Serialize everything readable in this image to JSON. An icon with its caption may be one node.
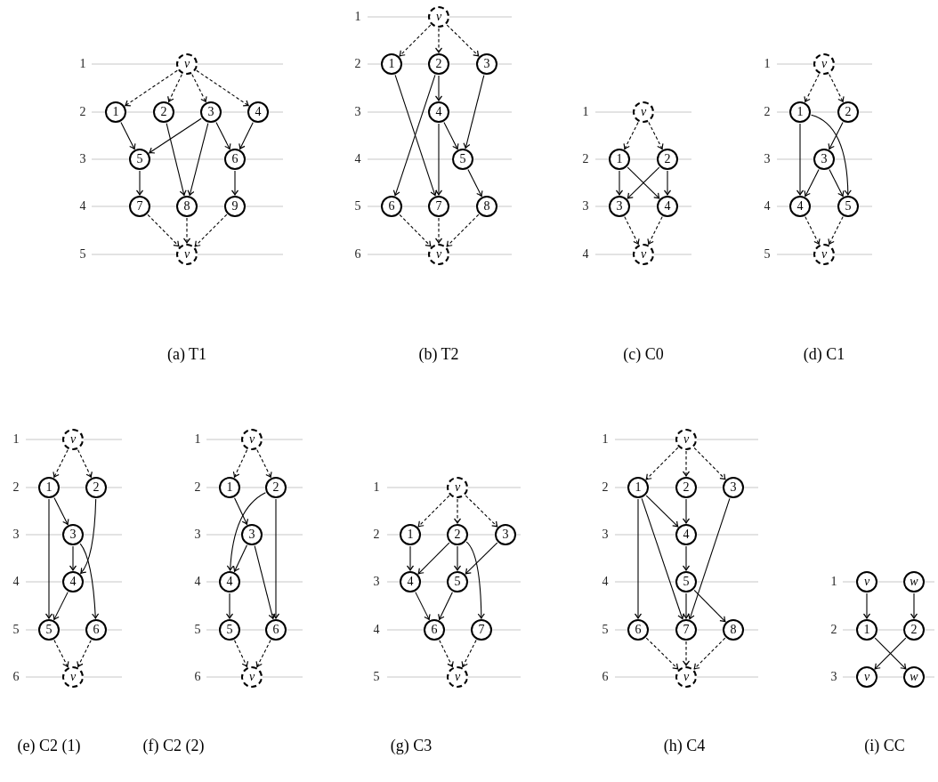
{
  "diagram": {
    "nodes": [
      {
        "text": [
          "v"
        ]
      },
      {
        "text": [
          "1"
        ]
      },
      {
        "text": [
          "2"
        ]
      },
      {
        "text": [
          "3"
        ]
      },
      {
        "text": [
          "4"
        ]
      },
      {
        "text": [
          "5"
        ]
      },
      {
        "text": [
          "6"
        ]
      },
      {
        "text": [
          "7"
        ]
      },
      {
        "text": [
          "8"
        ]
      },
      {
        "text": [
          "9"
        ]
      },
      {
        "text": [
          "v"
        ]
      },
      {
        "text": [
          "v"
        ]
      },
      {
        "text": [
          "1"
        ]
      },
      {
        "text": [
          "2"
        ]
      },
      {
        "text": [
          "3"
        ]
      },
      {
        "text": [
          "4"
        ]
      },
      {
        "text": [
          "5"
        ]
      },
      {
        "text": [
          "6"
        ]
      },
      {
        "text": [
          "7"
        ]
      },
      {
        "text": [
          "8"
        ]
      },
      {
        "text": [
          "v"
        ]
      },
      {
        "text": [
          "v"
        ]
      },
      {
        "text": [
          "1"
        ]
      },
      {
        "text": [
          "2"
        ]
      },
      {
        "text": [
          "3"
        ]
      },
      {
        "text": [
          "4"
        ]
      },
      {
        "text": [
          "v"
        ]
      },
      {
        "text": [
          "v"
        ]
      },
      {
        "text": [
          "1"
        ]
      },
      {
        "text": [
          "2"
        ]
      },
      {
        "text": [
          "3"
        ]
      },
      {
        "text": [
          "4"
        ]
      },
      {
        "text": [
          "5"
        ]
      },
      {
        "text": [
          "v"
        ]
      },
      {
        "text": [
          "v"
        ]
      },
      {
        "text": [
          "1"
        ]
      },
      {
        "text": [
          "2"
        ]
      },
      {
        "text": [
          "3"
        ]
      },
      {
        "text": [
          "4"
        ]
      },
      {
        "text": [
          "5"
        ]
      },
      {
        "text": [
          "6"
        ]
      },
      {
        "text": [
          "v"
        ]
      },
      {
        "text": [
          "v"
        ]
      },
      {
        "text": [
          "1"
        ]
      },
      {
        "text": [
          "2"
        ]
      },
      {
        "text": [
          "3"
        ]
      },
      {
        "text": [
          "4"
        ]
      },
      {
        "text": [
          "5"
        ]
      },
      {
        "text": [
          "6"
        ]
      },
      {
        "text": [
          "v"
        ]
      },
      {
        "text": [
          "v"
        ]
      },
      {
        "text": [
          "1"
        ]
      },
      {
        "text": [
          "2"
        ]
      },
      {
        "text": [
          "3"
        ]
      },
      {
        "text": [
          "4"
        ]
      },
      {
        "text": [
          "5"
        ]
      },
      {
        "text": [
          "6"
        ]
      },
      {
        "text": [
          "7"
        ]
      },
      {
        "text": [
          "v"
        ]
      },
      {
        "text": [
          "v"
        ]
      },
      {
        "text": [
          "1"
        ]
      },
      {
        "text": [
          "2"
        ]
      },
      {
        "text": [
          "3"
        ]
      },
      {
        "text": [
          "4"
        ]
      },
      {
        "text": [
          "5"
        ]
      },
      {
        "text": [
          "6"
        ]
      },
      {
        "text": [
          "7"
        ]
      },
      {
        "text": [
          "8"
        ]
      },
      {
        "text": [
          "v"
        ]
      },
      {
        "text": [
          "v"
        ]
      },
      {
        "text": [
          "w"
        ]
      },
      {
        "text": [
          "1"
        ]
      },
      {
        "text": [
          "2"
        ]
      },
      {
        "text": [
          "v"
        ]
      },
      {
        "text": [
          "w"
        ]
      }
    ],
    "edges": [
      {
        "from": 0,
        "to": 1,
        "arrow": "to",
        "style": "dashed"
      },
      {
        "from": 0,
        "to": 2,
        "arrow": "to",
        "style": "dashed"
      },
      {
        "from": 0,
        "to": 3,
        "arrow": "to",
        "style": "dashed"
      },
      {
        "from": 0,
        "to": 4,
        "arrow": "to",
        "style": "dashed"
      },
      {
        "from": 1,
        "to": 5,
        "arrow": "to"
      },
      {
        "from": 3,
        "to": 5,
        "arrow": "to"
      },
      {
        "from": 2,
        "to": 8,
        "arrow": "to"
      },
      {
        "from": 3,
        "to": 8,
        "arrow": "to"
      },
      {
        "from": 3,
        "to": 6,
        "arrow": "to"
      },
      {
        "from": 4,
        "to": 6,
        "arrow": "to"
      },
      {
        "from": 5,
        "to": 7,
        "arrow": "to"
      },
      {
        "from": 6,
        "to": 9,
        "arrow": "to"
      },
      {
        "from": 7,
        "to": 10,
        "arrow": "to",
        "style": "dashed"
      },
      {
        "from": 8,
        "to": 10,
        "arrow": "to",
        "style": "dashed"
      },
      {
        "from": 9,
        "to": 10,
        "arrow": "to",
        "style": "dashed"
      },
      {
        "from": 11,
        "to": 12,
        "arrow": "to",
        "style": "dashed"
      },
      {
        "from": 11,
        "to": 13,
        "arrow": "to",
        "style": "dashed"
      },
      {
        "from": 11,
        "to": 14,
        "arrow": "to",
        "style": "dashed"
      },
      {
        "from": 12,
        "to": 18,
        "arrow": "to"
      },
      {
        "from": 13,
        "to": 17,
        "arrow": "to"
      },
      {
        "from": 13,
        "to": 15,
        "arrow": "to"
      },
      {
        "from": 14,
        "to": 16,
        "arrow": "to"
      },
      {
        "from": 15,
        "to": 18,
        "arrow": "to"
      },
      {
        "from": 15,
        "to": 16,
        "arrow": "to"
      },
      {
        "from": 16,
        "to": 19,
        "arrow": "to"
      },
      {
        "from": 17,
        "to": 20,
        "arrow": "to",
        "style": "dashed"
      },
      {
        "from": 18,
        "to": 20,
        "arrow": "to",
        "style": "dashed"
      },
      {
        "from": 19,
        "to": 20,
        "arrow": "to",
        "style": "dashed"
      },
      {
        "from": 21,
        "to": 22,
        "arrow": "to",
        "style": "dashed"
      },
      {
        "from": 21,
        "to": 23,
        "arrow": "to",
        "style": "dashed"
      },
      {
        "from": 22,
        "to": 24,
        "arrow": "to"
      },
      {
        "from": 22,
        "to": 25,
        "arrow": "to"
      },
      {
        "from": 23,
        "to": 24,
        "arrow": "to"
      },
      {
        "from": 23,
        "to": 25,
        "arrow": "to"
      },
      {
        "from": 24,
        "to": 26,
        "arrow": "to",
        "style": "dashed"
      },
      {
        "from": 25,
        "to": 26,
        "arrow": "to",
        "style": "dashed"
      },
      {
        "from": 27,
        "to": 28,
        "arrow": "to",
        "style": "dashed"
      },
      {
        "from": 27,
        "to": 29,
        "arrow": "to",
        "style": "dashed"
      },
      {
        "from": 28,
        "to": 31,
        "arrow": "to"
      },
      {
        "from": 28,
        "to": 32,
        "arrow": "to"
      },
      {
        "from": 29,
        "to": 30,
        "arrow": "to"
      },
      {
        "from": 30,
        "to": 31,
        "arrow": "to"
      },
      {
        "from": 30,
        "to": 32,
        "arrow": "to"
      },
      {
        "from": 31,
        "to": 33,
        "arrow": "to",
        "style": "dashed"
      },
      {
        "from": 32,
        "to": 33,
        "arrow": "to",
        "style": "dashed"
      },
      {
        "from": 34,
        "to": 35,
        "arrow": "to",
        "style": "dashed"
      },
      {
        "from": 34,
        "to": 36,
        "arrow": "to",
        "style": "dashed"
      },
      {
        "from": 35,
        "to": 37,
        "arrow": "to"
      },
      {
        "from": 35,
        "to": 39,
        "arrow": "to"
      },
      {
        "from": 36,
        "to": 38,
        "arrow": "to"
      },
      {
        "from": 37,
        "to": 38,
        "arrow": "to"
      },
      {
        "from": 37,
        "to": 40,
        "arrow": "to"
      },
      {
        "from": 38,
        "to": 39,
        "arrow": "to"
      },
      {
        "from": 39,
        "to": 41,
        "arrow": "to",
        "style": "dashed"
      },
      {
        "from": 40,
        "to": 41,
        "arrow": "to",
        "style": "dashed"
      },
      {
        "from": 42,
        "to": 43,
        "arrow": "to",
        "style": "dashed"
      },
      {
        "from": 42,
        "to": 44,
        "arrow": "to",
        "style": "dashed"
      },
      {
        "from": 43,
        "to": 45,
        "arrow": "to"
      },
      {
        "from": 44,
        "to": 46,
        "arrow": "to"
      },
      {
        "from": 44,
        "to": 48,
        "arrow": "to"
      },
      {
        "from": 45,
        "to": 46,
        "arrow": "to"
      },
      {
        "from": 45,
        "to": 48,
        "arrow": "to"
      },
      {
        "from": 46,
        "to": 47,
        "arrow": "to"
      },
      {
        "from": 47,
        "to": 49,
        "arrow": "to",
        "style": "dashed"
      },
      {
        "from": 48,
        "to": 49,
        "arrow": "to",
        "style": "dashed"
      },
      {
        "from": 50,
        "to": 51,
        "arrow": "to",
        "style": "dashed"
      },
      {
        "from": 50,
        "to": 52,
        "arrow": "to",
        "style": "dashed"
      },
      {
        "from": 50,
        "to": 53,
        "arrow": "to",
        "style": "dashed"
      },
      {
        "from": 51,
        "to": 54,
        "arrow": "to"
      },
      {
        "from": 52,
        "to": 54,
        "arrow": "to"
      },
      {
        "from": 52,
        "to": 55,
        "arrow": "to"
      },
      {
        "from": 52,
        "to": 57,
        "arrow": "to"
      },
      {
        "from": 53,
        "to": 55,
        "arrow": "to"
      },
      {
        "from": 54,
        "to": 56,
        "arrow": "to"
      },
      {
        "from": 55,
        "to": 56,
        "arrow": "to"
      },
      {
        "from": 56,
        "to": 58,
        "arrow": "to",
        "style": "dashed"
      },
      {
        "from": 57,
        "to": 58,
        "arrow": "to",
        "style": "dashed"
      },
      {
        "from": 59,
        "to": 60,
        "arrow": "to",
        "style": "dashed"
      },
      {
        "from": 59,
        "to": 61,
        "arrow": "to",
        "style": "dashed"
      },
      {
        "from": 59,
        "to": 62,
        "arrow": "to",
        "style": "dashed"
      },
      {
        "from": 60,
        "to": 65,
        "arrow": "to"
      },
      {
        "from": 60,
        "to": 66,
        "arrow": "to"
      },
      {
        "from": 60,
        "to": 63,
        "arrow": "to"
      },
      {
        "from": 61,
        "to": 63,
        "arrow": "to"
      },
      {
        "from": 62,
        "to": 66,
        "arrow": "to"
      },
      {
        "from": 63,
        "to": 64,
        "arrow": "to"
      },
      {
        "from": 64,
        "to": 66,
        "arrow": "to"
      },
      {
        "from": 64,
        "to": 67,
        "arrow": "to"
      },
      {
        "from": 65,
        "to": 68,
        "arrow": "to",
        "style": "dashed"
      },
      {
        "from": 66,
        "to": 68,
        "arrow": "to",
        "style": "dashed"
      },
      {
        "from": 67,
        "to": 68,
        "arrow": "to",
        "style": "dashed"
      },
      {
        "from": 69,
        "to": 71,
        "arrow": "to"
      },
      {
        "from": 70,
        "to": 72,
        "arrow": "to"
      },
      {
        "from": 71,
        "to": 74,
        "arrow": "to"
      },
      {
        "from": 72,
        "to": 73,
        "arrow": "to"
      }
    ],
    "labels": [
      "1",
      "2",
      "3",
      "4",
      "5",
      "(a) T1",
      "1",
      "2",
      "3",
      "4",
      "5",
      "6",
      "(b) T2",
      "1",
      "2",
      "3",
      "4",
      "(c) C0",
      "1",
      "2",
      "3",
      "4",
      "5",
      "(d) C1",
      "1",
      "2",
      "3",
      "4",
      "5",
      "6",
      "(e) C2 (1)",
      "1",
      "2",
      "3",
      "4",
      "5",
      "6",
      "(f) C2 (2)",
      "1",
      "2",
      "3",
      "4",
      "5",
      "(g) C3",
      "1",
      "2",
      "3",
      "4",
      "5",
      "6",
      "(h) C4",
      "1",
      "2",
      "3",
      "(i) CC"
    ]
  }
}
